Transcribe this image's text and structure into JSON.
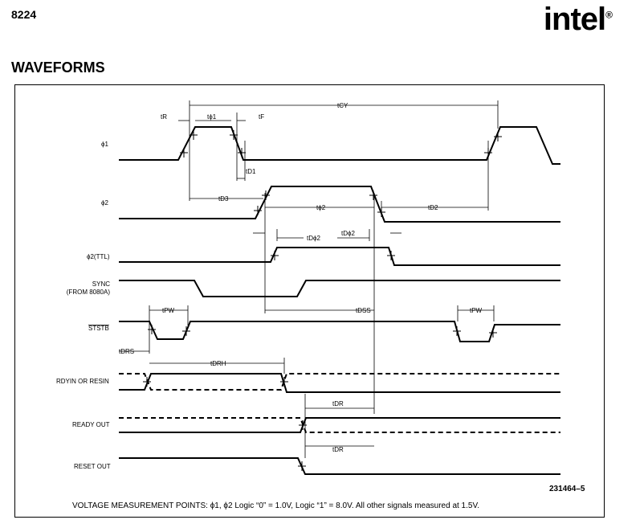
{
  "header": {
    "part_number": "8224",
    "brand": "intel",
    "brand_mark": "®",
    "section": "WAVEFORMS"
  },
  "signals": {
    "phi1": "ϕ1",
    "phi2": "ϕ2",
    "phi2ttl": "ϕ2(TTL)",
    "sync_line1": "SYNC",
    "sync_line2": "(FROM 8080A)",
    "ststb": "STSTB",
    "rdyin": "RDYIN OR RESIN",
    "ready_out": "READY OUT",
    "reset_out": "RESET OUT"
  },
  "timing": {
    "tR": "tR",
    "tphi1": "tϕ1",
    "tF": "tF",
    "tCY": "tCY",
    "tD1": "tD1",
    "tD3": "tD3",
    "tphi2": "tϕ2",
    "tD2": "tD2",
    "tDphi2a": "tDϕ2",
    "tDphi2b": "tDϕ2",
    "tDSS": "tDSS",
    "tPWa": "tPW",
    "tPWb": "tPW",
    "tDRS": "tDRS",
    "tDRH": "tDRH",
    "tDRa": "tDR",
    "tDRb": "tDR"
  },
  "figure_id": "231464–5",
  "footnote": "VOLTAGE MEASUREMENT POINTS: ϕ1, ϕ2 Logic “0” = 1.0V, Logic “1” = 8.0V. All other signals measured at 1.5V."
}
